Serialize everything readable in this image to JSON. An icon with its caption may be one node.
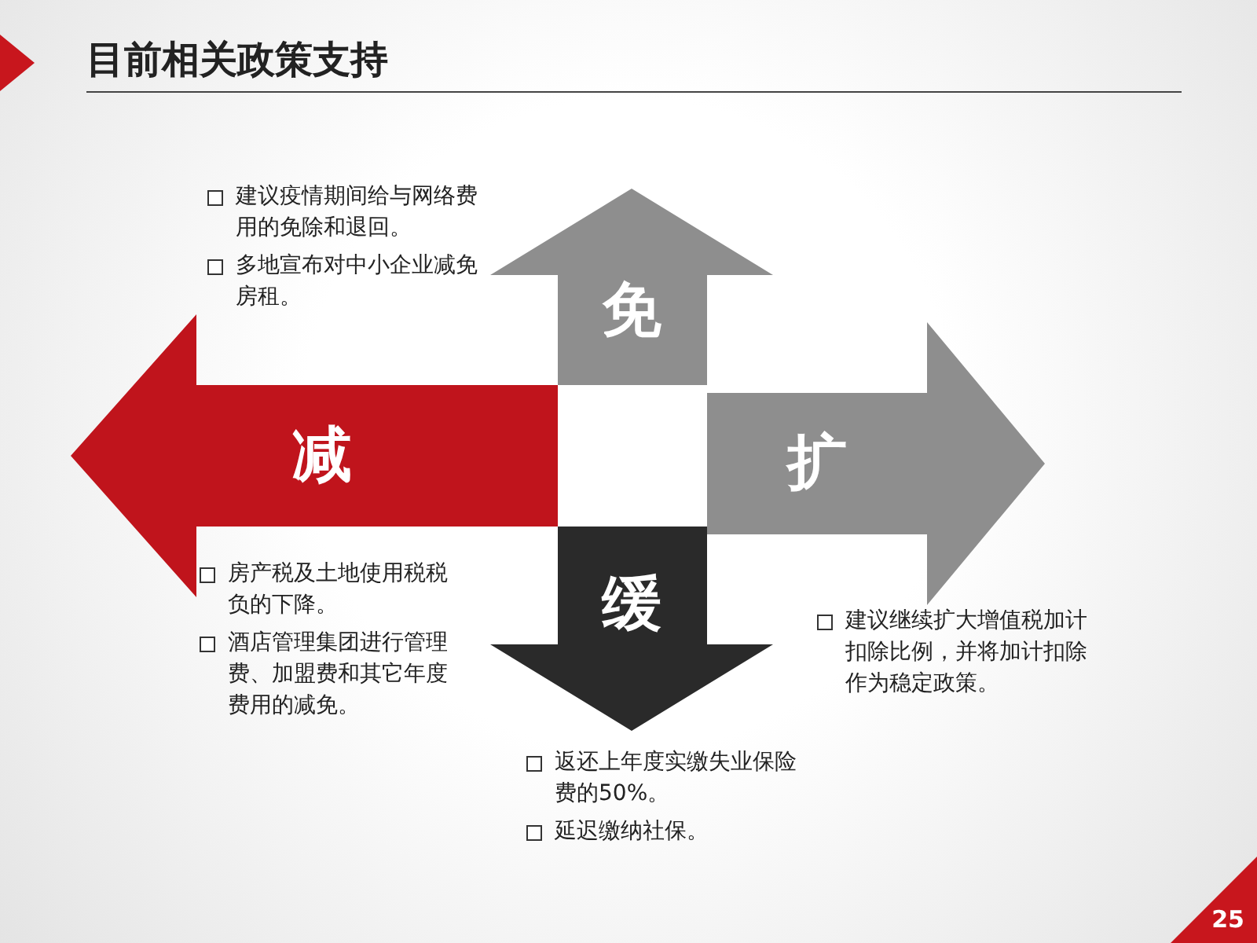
{
  "diagram": {
    "title": "目前相关政策支持",
    "nodes": [
      {
        "text": [
          "免"
        ],
        "beside": [
          "建议疫情期间给与网络费用的免除和退回。",
          "多地宣布对中小企业减免房租。"
        ]
      },
      {
        "text": [
          "减"
        ],
        "beside": [
          "房产税及土地使用税税负的下降。",
          "酒店管理集团进行管理费、加盟费和其它年度费用的减免。"
        ]
      },
      {
        "text": [
          "扩"
        ],
        "beside": [
          "建议继续扩大增值税加计扣除比例，并将加计扣除作为稳定政策。"
        ]
      },
      {
        "text": [
          "缓"
        ],
        "beside": [
          "返还上年度实缴失业保险费的50%。",
          "延迟缴纳社保。"
        ]
      }
    ],
    "edges": [],
    "labels": [
      "25"
    ]
  }
}
